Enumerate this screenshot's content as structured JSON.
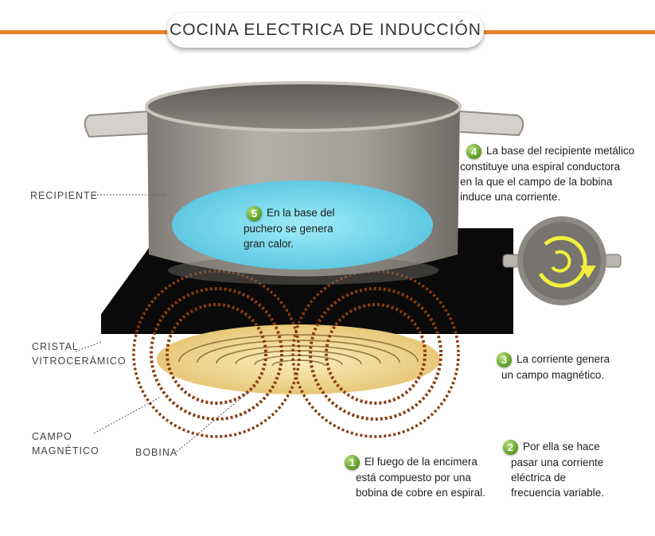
{
  "title": "COCINA ELECTRICA DE INDUCCIÓN",
  "labels": {
    "recipiente": "RECIPIENTE",
    "cristal_line1": "CRISTAL",
    "cristal_line2": "VITROCERÁMICO",
    "campo_line1": "CAMPO",
    "campo_line2": "MAGNÉTICO",
    "bobina": "BOBINA"
  },
  "steps": [
    {
      "number": "1",
      "lines": [
        "El fuego de la encimera",
        "está compuesto por una",
        "bobina de cobre en espiral."
      ]
    },
    {
      "number": "2",
      "lines": [
        "Por ella se hace",
        "pasar una corriente",
        "eléctrica de",
        "frecuencia variable."
      ]
    },
    {
      "number": "3",
      "lines": [
        "La corriente genera",
        "un campo magnético."
      ]
    },
    {
      "number": "4",
      "lines": [
        "La base del recipiente metálico",
        "constituye una espiral conductora",
        "en la que el campo de la bobina",
        "induce una corriente."
      ]
    },
    {
      "number": "5",
      "lines": [
        "En la base del",
        "puchero se genera",
        "gran calor."
      ]
    }
  ],
  "colors": {
    "accent_orange": "#e8822a",
    "badge_green": "#5a9a22",
    "heat_blue": "#8fe3f2",
    "field_brown": "#8a3c0e",
    "coil_yellow": "#f2d98a",
    "plate_black": "#0a0a0a",
    "pot_gray": "#9a9690"
  },
  "icons": {
    "induced_current": "circular-arrow-icon"
  }
}
